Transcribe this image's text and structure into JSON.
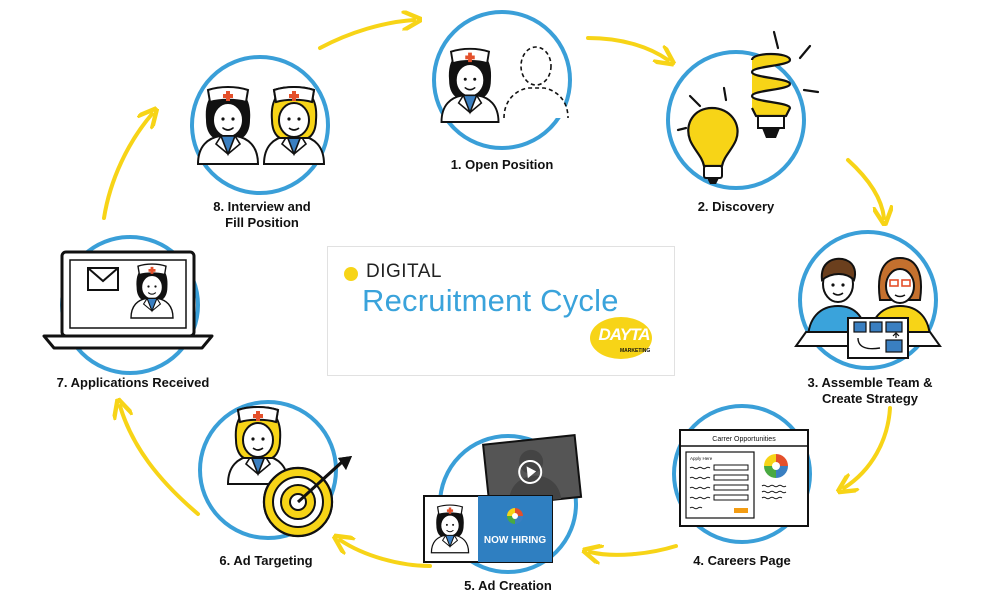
{
  "diagram": {
    "center": {
      "subtitle_top": "DIGITAL",
      "title": "Recruitment Cycle",
      "brand_name": "DAYTA",
      "brand_sub": "MARKETING"
    },
    "steps": [
      {
        "id": "open",
        "label": "1. Open Position",
        "icon": "nurse-with-vacant-silhouette"
      },
      {
        "id": "discovery",
        "label": "2. Discovery",
        "icon": "light-bulbs"
      },
      {
        "id": "team",
        "label": "3. Assemble Team &",
        "label2": "Create Strategy",
        "icon": "team-with-strategy-board"
      },
      {
        "id": "careers",
        "label": "4. Careers Page",
        "icon": "careers-webpage"
      },
      {
        "id": "ad-creation",
        "label": "5. Ad Creation",
        "icon": "ad-cards"
      },
      {
        "id": "targeting",
        "label": "6. Ad Targeting",
        "icon": "nurse-with-target"
      },
      {
        "id": "applications",
        "label": "7. Applications Received",
        "icon": "laptop-with-mail"
      },
      {
        "id": "interview",
        "label": "8. Interview and",
        "label2": "Fill Position",
        "icon": "two-nurses"
      }
    ],
    "careers_page": {
      "header": "Carrer Opportunities",
      "form_title": "Apply Here"
    },
    "ad_banner": "NOW HIRING",
    "colors": {
      "ring": "#3a9fd8",
      "arrow": "#f7d417",
      "accent_yellow": "#f7d417",
      "accent_blue": "#3aa3db",
      "outline": "#111111",
      "red_cross": "#e4502b"
    }
  }
}
